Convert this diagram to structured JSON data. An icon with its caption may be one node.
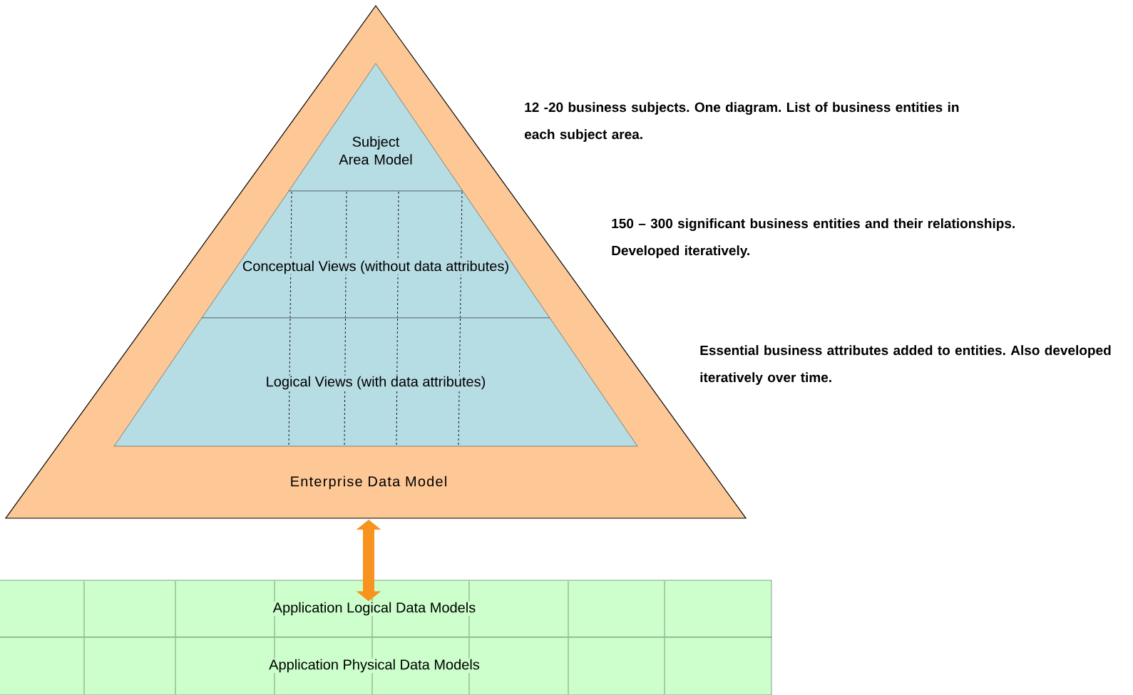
{
  "diagram": {
    "nodes": [
      {
        "text": [
          "Enterprise Data Model"
        ]
      },
      {
        "text": [
          "Subject Area Model"
        ],
        "in": 0
      },
      {
        "text": [
          "Conceptual Views (without data attributes)"
        ],
        "in": 0
      },
      {
        "text": [
          "Logical Views (with data attributes)"
        ],
        "in": 0
      },
      {
        "text": [
          "Application Logical Data Models"
        ]
      },
      {
        "text": [
          "Application Physical Data Models"
        ]
      }
    ],
    "edges": [
      {
        "from": 0,
        "to": 4,
        "arrow": "both"
      }
    ],
    "labels": [
      "12 -20 business subjects. One diagram. List of business entities in each subject area.",
      "150 – 300 significant business entities and their relationships. Developed iteratively.",
      "Essential business attributes added to entities. Also developed iteratively over time."
    ]
  }
}
